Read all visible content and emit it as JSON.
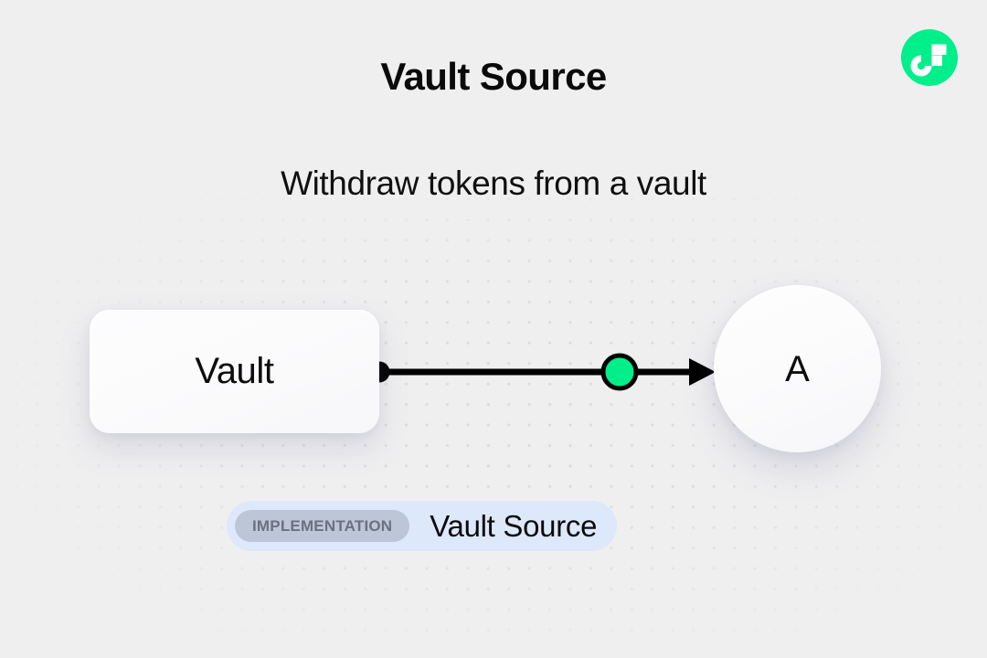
{
  "header": {
    "title": "Vault Source",
    "subtitle": "Withdraw tokens from a vault",
    "logo_icon": "flow-logo-icon",
    "logo_color": "#00ef8b"
  },
  "diagram": {
    "source_node": {
      "label": "Vault",
      "shape": "rounded-rect",
      "port_icon": "source-port-dot",
      "port_color": "#000000"
    },
    "target_node": {
      "label": "A",
      "shape": "circle"
    },
    "edge": {
      "marker_icon": "edge-midpoint-dot",
      "marker_color": "#00ef8b",
      "line_color": "#000000",
      "arrow_icon": "arrow-head-icon"
    }
  },
  "footer": {
    "badge_tag": "IMPLEMENTATION",
    "badge_name": "Vault Source",
    "badge_bg": "#dee8fb",
    "tag_bg": "#bdc6d6"
  }
}
